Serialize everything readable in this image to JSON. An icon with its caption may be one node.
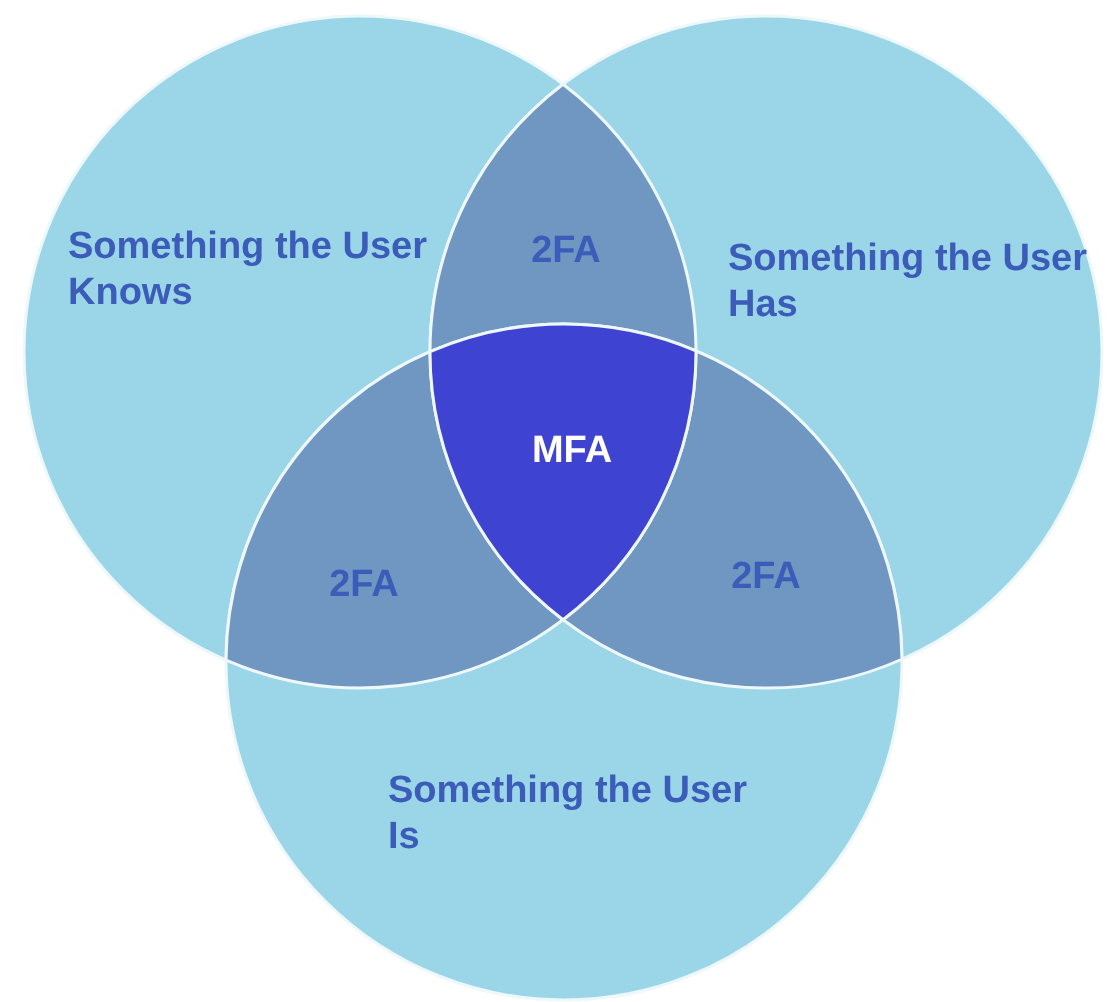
{
  "diagram": {
    "nodes": [
      {
        "text": [
          "Something the User Knows"
        ]
      },
      {
        "text": [
          "Something the User Has"
        ]
      },
      {
        "text": [
          "Something the User Is"
        ]
      },
      {
        "text": [
          "2FA"
        ]
      },
      {
        "text": [
          "2FA"
        ]
      },
      {
        "text": [
          "2FA"
        ]
      },
      {
        "text": [
          "MFA"
        ]
      }
    ]
  }
}
